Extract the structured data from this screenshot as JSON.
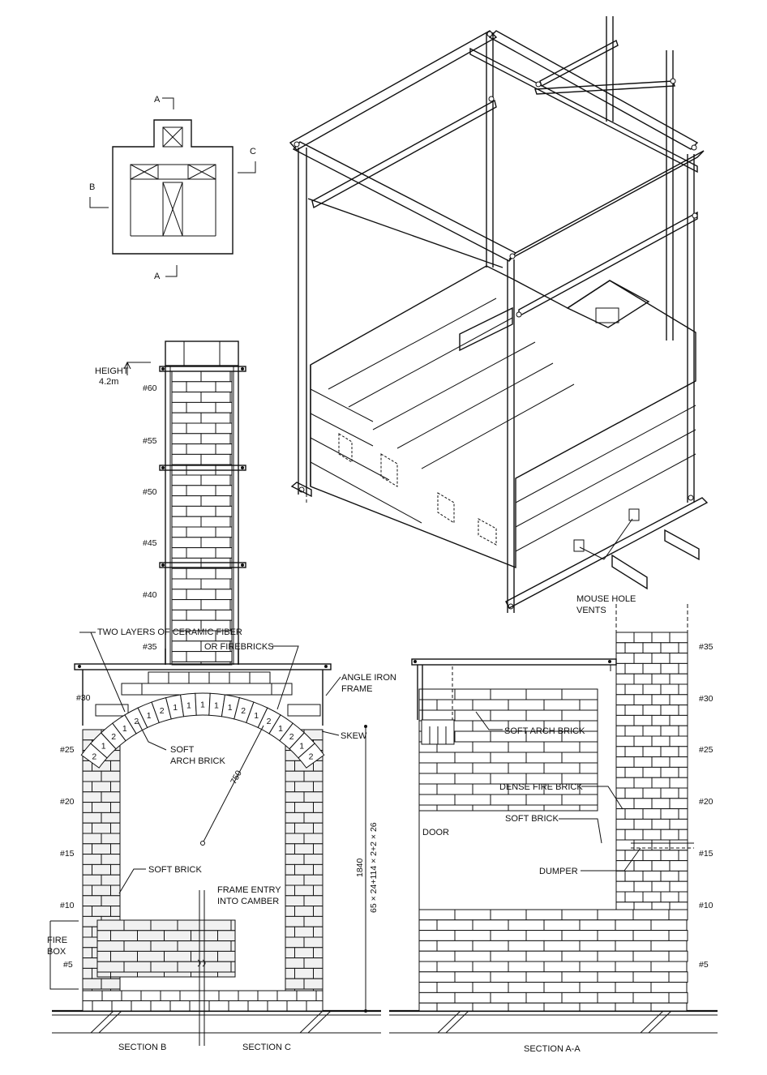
{
  "plan": {
    "section_marks": [
      "A",
      "A",
      "B",
      "C"
    ]
  },
  "chimney": {
    "height_label_line1": "HEIGHT",
    "height_label_line2": "4.2m",
    "course_numbers": [
      "#60",
      "#55",
      "#50",
      "#45",
      "#40",
      "#35"
    ]
  },
  "section_bc": {
    "course_numbers": [
      "#30",
      "#25",
      "#20",
      "#15",
      "#10",
      "#5"
    ],
    "labels": {
      "ceramic_fiber": "TWO LAYERS OF CERAMIC FIBER",
      "firebricks": "OR FIREBRICKS",
      "angle_iron_1": "ANGLE IRON",
      "angle_iron_2": "FRAME",
      "skew": "SKEW",
      "soft_arch_1": "SOFT",
      "soft_arch_2": "ARCH BRICK",
      "soft_brick": "SOFT BRICK",
      "frame_entry_1": "FRAME ENTRY",
      "frame_entry_2": "INTO CAMBER",
      "fire_box_1": "FIRE",
      "fire_box_2": "BOX",
      "radius": "750",
      "dim_height": "1840",
      "dim_formula": "65 × 24+114 × 2+2 × 26"
    },
    "arch_numbers": [
      "2",
      "1",
      "2",
      "1",
      "2",
      "1",
      "2",
      "1",
      "1",
      "1",
      "1",
      "1",
      "2",
      "1",
      "2",
      "1",
      "2",
      "1",
      "2"
    ],
    "caption_b": "SECTION B",
    "caption_c": "SECTION C"
  },
  "section_aa": {
    "course_numbers": [
      "#35",
      "#30",
      "#25",
      "#20",
      "#15",
      "#10",
      "#5"
    ],
    "labels": {
      "soft_arch": "SOFT ARCH BRICK",
      "dense_fire": "DENSE FIRE BRICK",
      "soft_brick": "SOFT BRICK",
      "door": "DOOR",
      "dumper": "DUMPER"
    },
    "caption": "SECTION A-A"
  },
  "iso": {
    "mouse_hole_1": "MOUSE HOLE",
    "mouse_hole_2": "VENTS"
  }
}
